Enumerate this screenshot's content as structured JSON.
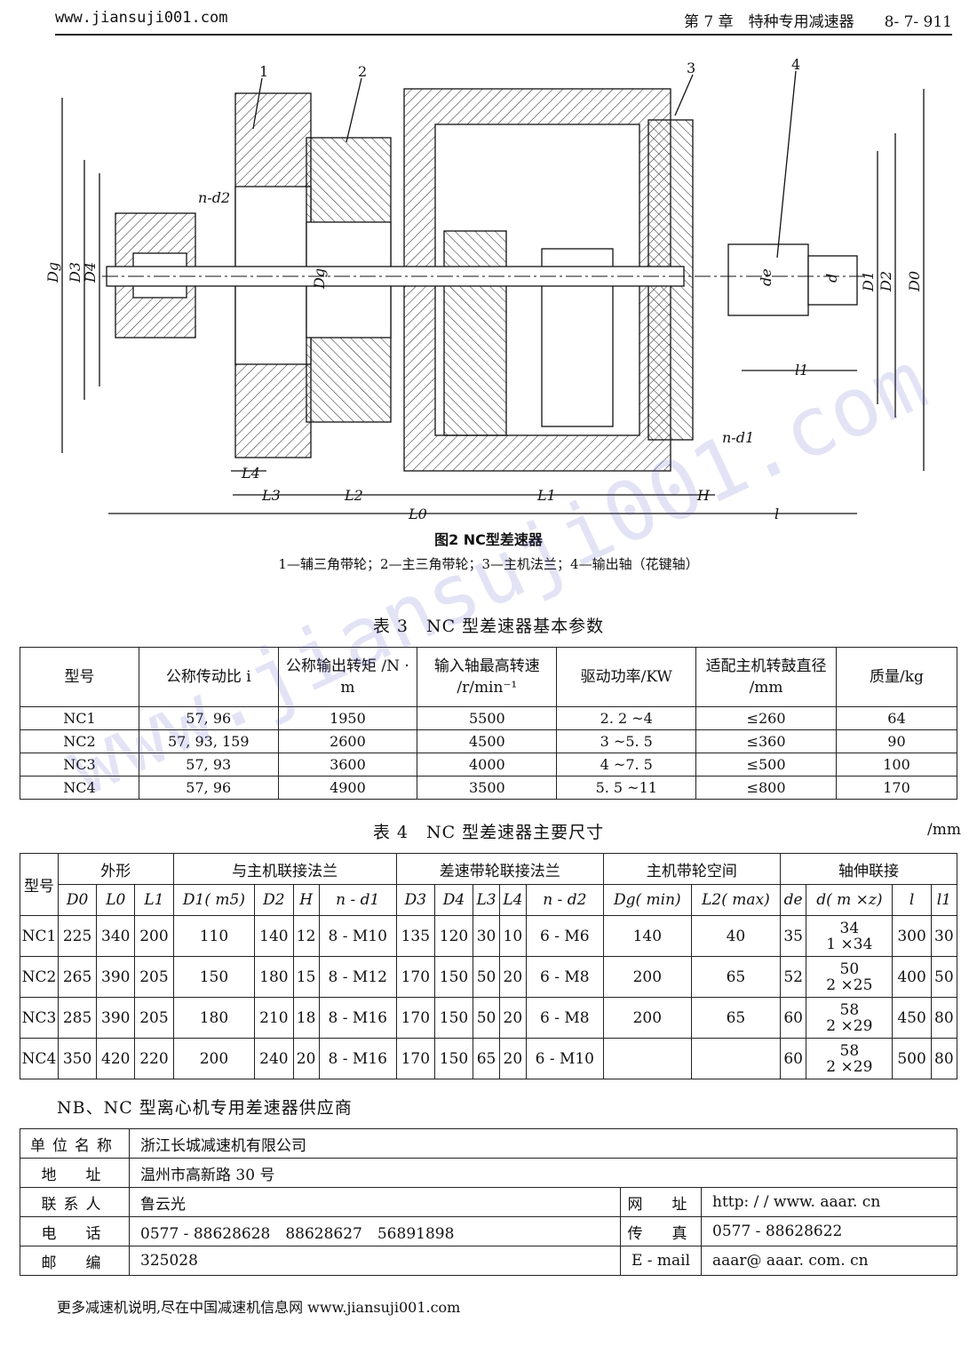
{
  "header": {
    "left": "www.jiansuji001.com",
    "right": "第 7 章　特种专用减速器　　8- 7- 911"
  },
  "figure": {
    "labels": [
      "1",
      "2",
      "3",
      "4"
    ],
    "dim_labels": {
      "Dg": "Dg",
      "D3": "D3",
      "D4": "D4",
      "Dg2": "Dg",
      "de": "de",
      "d": "d",
      "D1": "D1",
      "D2": "D2",
      "D0": "D0",
      "nd2": "n-d2",
      "nd1": "n-d1",
      "L4": "L4",
      "L3": "L3",
      "L2": "L2",
      "L1": "L1",
      "H": "H",
      "L0": "L0",
      "l": "l",
      "l1": "l1"
    },
    "caption": "图2 NC型差速器",
    "legend": "1—辅三角带轮；2—主三角带轮；3—主机法兰；4—输出轴（花键轴）"
  },
  "table3": {
    "title": "表 3　NC 型差速器基本参数",
    "headers": [
      "型号",
      "公称传动比 i",
      "公称输出转矩 /N · m",
      "输入轴最高转速 /r/min⁻¹",
      "驱动功率/KW",
      "适配主机转鼓直径 /mm",
      "质量/kg"
    ],
    "rows": [
      [
        "NC1",
        "57, 96",
        "1950",
        "5500",
        "2. 2 ~4",
        "≤260",
        "64"
      ],
      [
        "NC2",
        "57, 93, 159",
        "2600",
        "4500",
        "3 ~5. 5",
        "≤360",
        "90"
      ],
      [
        "NC3",
        "57, 93",
        "3600",
        "4000",
        "4 ~7. 5",
        "≤500",
        "100"
      ],
      [
        "NC4",
        "57, 96",
        "4900",
        "3500",
        "5. 5 ~11",
        "≤800",
        "170"
      ]
    ]
  },
  "table4": {
    "title": "表 4　NC 型差速器主要尺寸",
    "unit": "/mm",
    "group_headers": [
      "型号",
      "外形",
      "与主机联接法兰",
      "差速带轮联接法兰",
      "主机带轮空间",
      "轴伸联接"
    ],
    "sub_headers": [
      "D0",
      "L0",
      "L1",
      "D1( m5)",
      "D2",
      "H",
      "n - d1",
      "D3",
      "D4",
      "L3",
      "L4",
      "n - d2",
      "Dg( min)",
      "L2( max)",
      "de",
      "d( m ×z)",
      "l",
      "l1"
    ],
    "rows": [
      [
        "NC1",
        "225",
        "340",
        "200",
        "110",
        "140",
        "12",
        "8 - M10",
        "135",
        "120",
        "30",
        "10",
        "6 - M6",
        "140",
        "40",
        "35",
        "34\n1 ×34",
        "300",
        "30"
      ],
      [
        "NC2",
        "265",
        "390",
        "205",
        "150",
        "180",
        "15",
        "8 - M12",
        "170",
        "150",
        "50",
        "20",
        "6 - M8",
        "200",
        "65",
        "52",
        "50\n2 ×25",
        "400",
        "50"
      ],
      [
        "NC3",
        "285",
        "390",
        "205",
        "180",
        "210",
        "18",
        "8 - M16",
        "170",
        "150",
        "50",
        "20",
        "6 - M8",
        "200",
        "65",
        "60",
        "58\n2 ×29",
        "450",
        "80"
      ],
      [
        "NC4",
        "350",
        "420",
        "220",
        "200",
        "240",
        "20",
        "8 - M16",
        "170",
        "150",
        "65",
        "20",
        "6 - M10",
        "",
        "",
        "60",
        "58\n2 ×29",
        "500",
        "80"
      ]
    ]
  },
  "supplier": {
    "title": "NB、NC 型离心机专用差速器供应商",
    "company_label": "单位名称",
    "company": "浙江长城减速机有限公司",
    "address_label": "地　址",
    "address": "温州市高新路 30 号",
    "contact_label": "联系人",
    "contact": "鲁云光",
    "web_label": "网　址",
    "web": "http: / / www. aaar. cn",
    "phone_label": "电　话",
    "phone": "0577 - 88628628　88628627　56891898",
    "fax_label": "传　真",
    "fax": "0577 - 88628622",
    "zip_label": "邮　编",
    "zip": "325028",
    "email_label": "E - mail",
    "email": "aaar@ aaar. com. cn"
  },
  "footer": "更多减速机说明,尽在中国减速机信息网 www.jiansuji001.com",
  "watermark": "www.jiansuji001.com"
}
